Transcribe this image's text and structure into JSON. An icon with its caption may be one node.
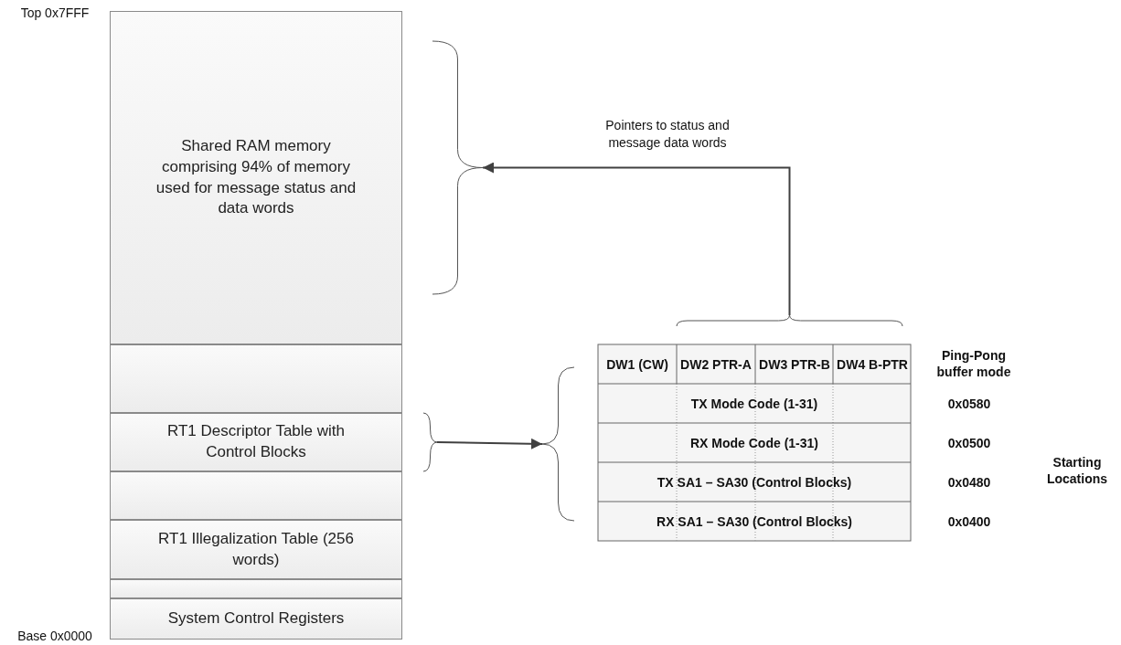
{
  "diagram": {
    "nodes": [
      {
        "text": [
          "Shared RAM memory comprising 94% of memory used for message status and data words"
        ]
      },
      {
        "text": [],
        "shape": "box"
      },
      {
        "text": [
          "RT1 Descriptor Table with Control Blocks"
        ]
      },
      {
        "text": [],
        "shape": "box"
      },
      {
        "text": [
          "RT1 Illegalization Table (256 words)"
        ]
      },
      {
        "text": [],
        "shape": "box"
      },
      {
        "text": [
          "System Control Registers"
        ]
      },
      {
        "text": [],
        "shape": "brace"
      },
      {
        "text": [],
        "shape": "brace"
      },
      {
        "text": [],
        "shape": "brace"
      },
      {
        "text": [],
        "shape": "brace"
      }
    ],
    "edges": [
      {
        "from": 10,
        "to": 7,
        "arrow": "to",
        "label": "Pointers to status and message data words"
      },
      {
        "from": 8,
        "to": 9,
        "arrow": "to"
      }
    ],
    "labels": [
      "Top 0x7FFF",
      "DW1 (CW)",
      "DW2 PTR-A",
      "DW3 PTR-B",
      "DW4 B-PTR",
      "Ping-Pong buffer mode",
      "TX Mode Code (1-31)",
      "0x0580",
      "RX Mode Code (1-31)",
      "0x0500",
      "Starting Locations",
      "TX SA1 – SA30 (Control Blocks)",
      "0x0480",
      "RX SA1 – SA30 (Control Blocks)",
      "0x0400",
      "Base 0x0000"
    ]
  }
}
